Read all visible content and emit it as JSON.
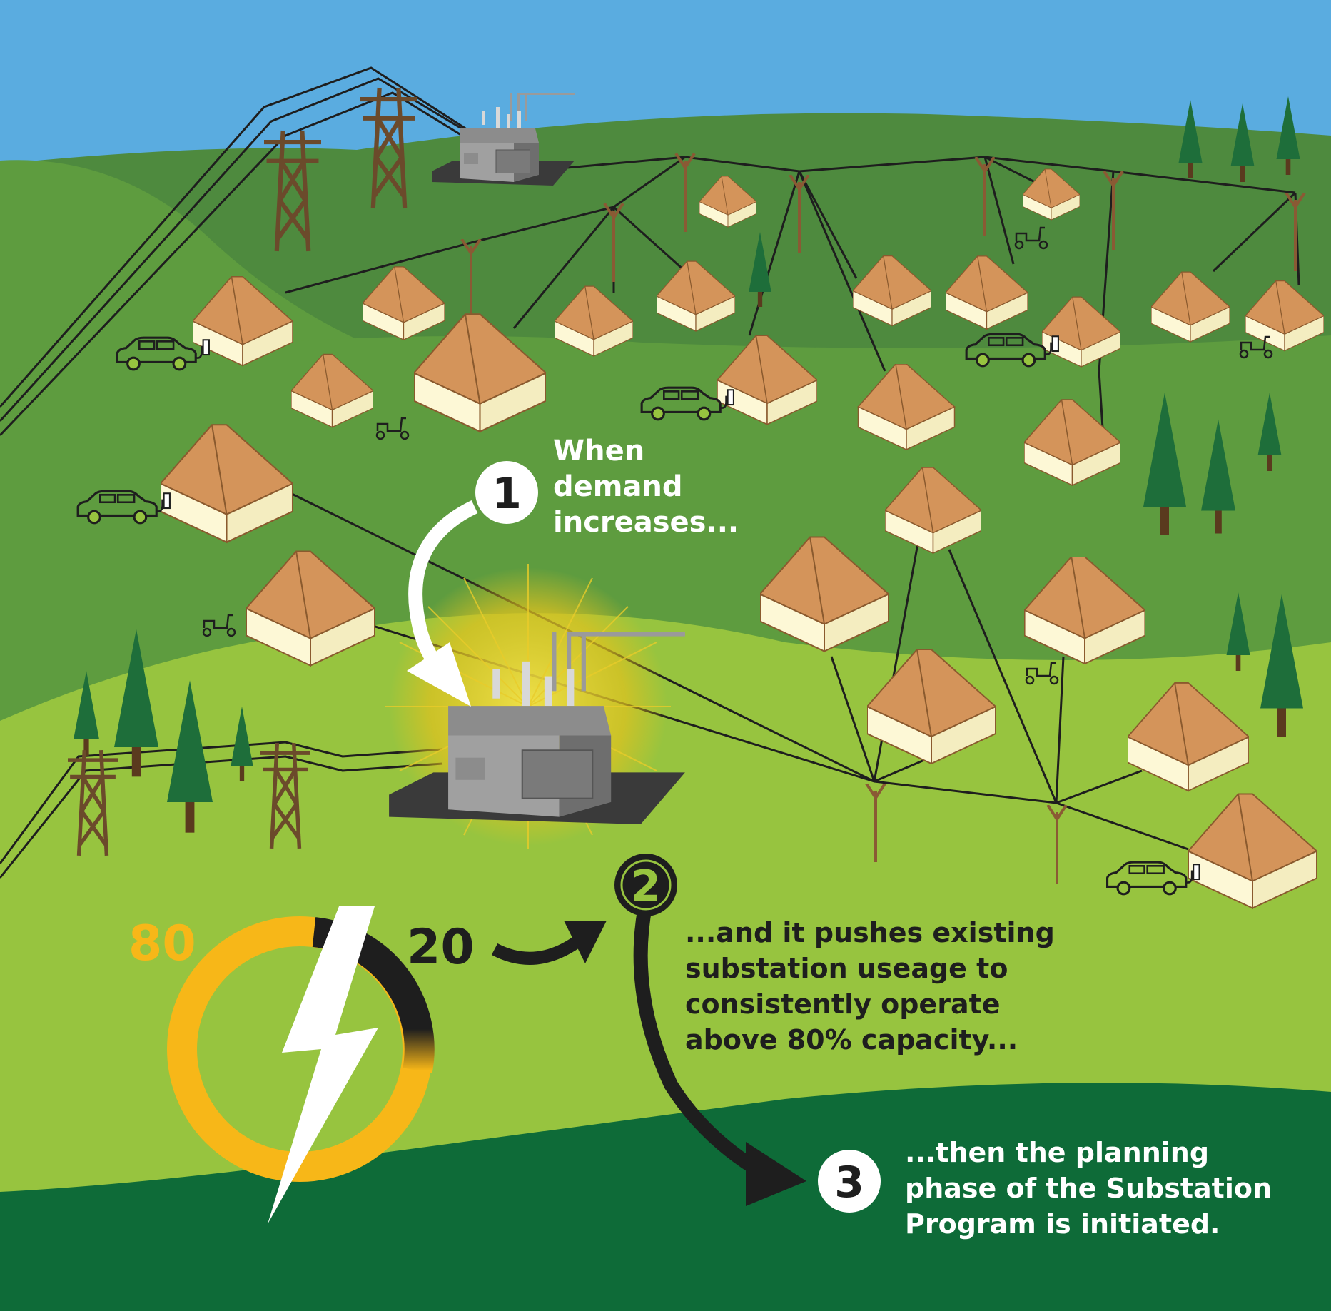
{
  "step1": {
    "number": "1",
    "lines": [
      "When",
      "demand",
      "increases..."
    ]
  },
  "step2": {
    "number": "2",
    "lines": [
      "...and it pushes existing",
      "substation useage to",
      "consistently operate",
      "above 80% capacity..."
    ]
  },
  "step3": {
    "number": "3",
    "lines": [
      "...then the planning",
      "phase of the Substation",
      "Program is initiated."
    ]
  },
  "gauge": {
    "used_label": "80",
    "remaining_label": "20",
    "used_percent": 80,
    "used_color": "#f7b718",
    "remaining_color": "#1e1e1e"
  },
  "colors": {
    "sky": "#5aace0",
    "far_hill": "#4e8a3e",
    "mid_hill": "#5e9c3f",
    "near_hill": "#97c43f",
    "foreground": "#0e6b38",
    "roof": "#d4945a",
    "wall": "#fdf8d6",
    "tree": "#1e6e3a",
    "pole": "#6b4a2b",
    "glow": "#e9cc2a"
  },
  "icons": [
    "substation-icon",
    "house-icon",
    "electric-car-icon",
    "scooter-icon",
    "tree-icon",
    "transmission-tower-icon",
    "utility-pole-icon",
    "lightning-bolt-icon"
  ]
}
